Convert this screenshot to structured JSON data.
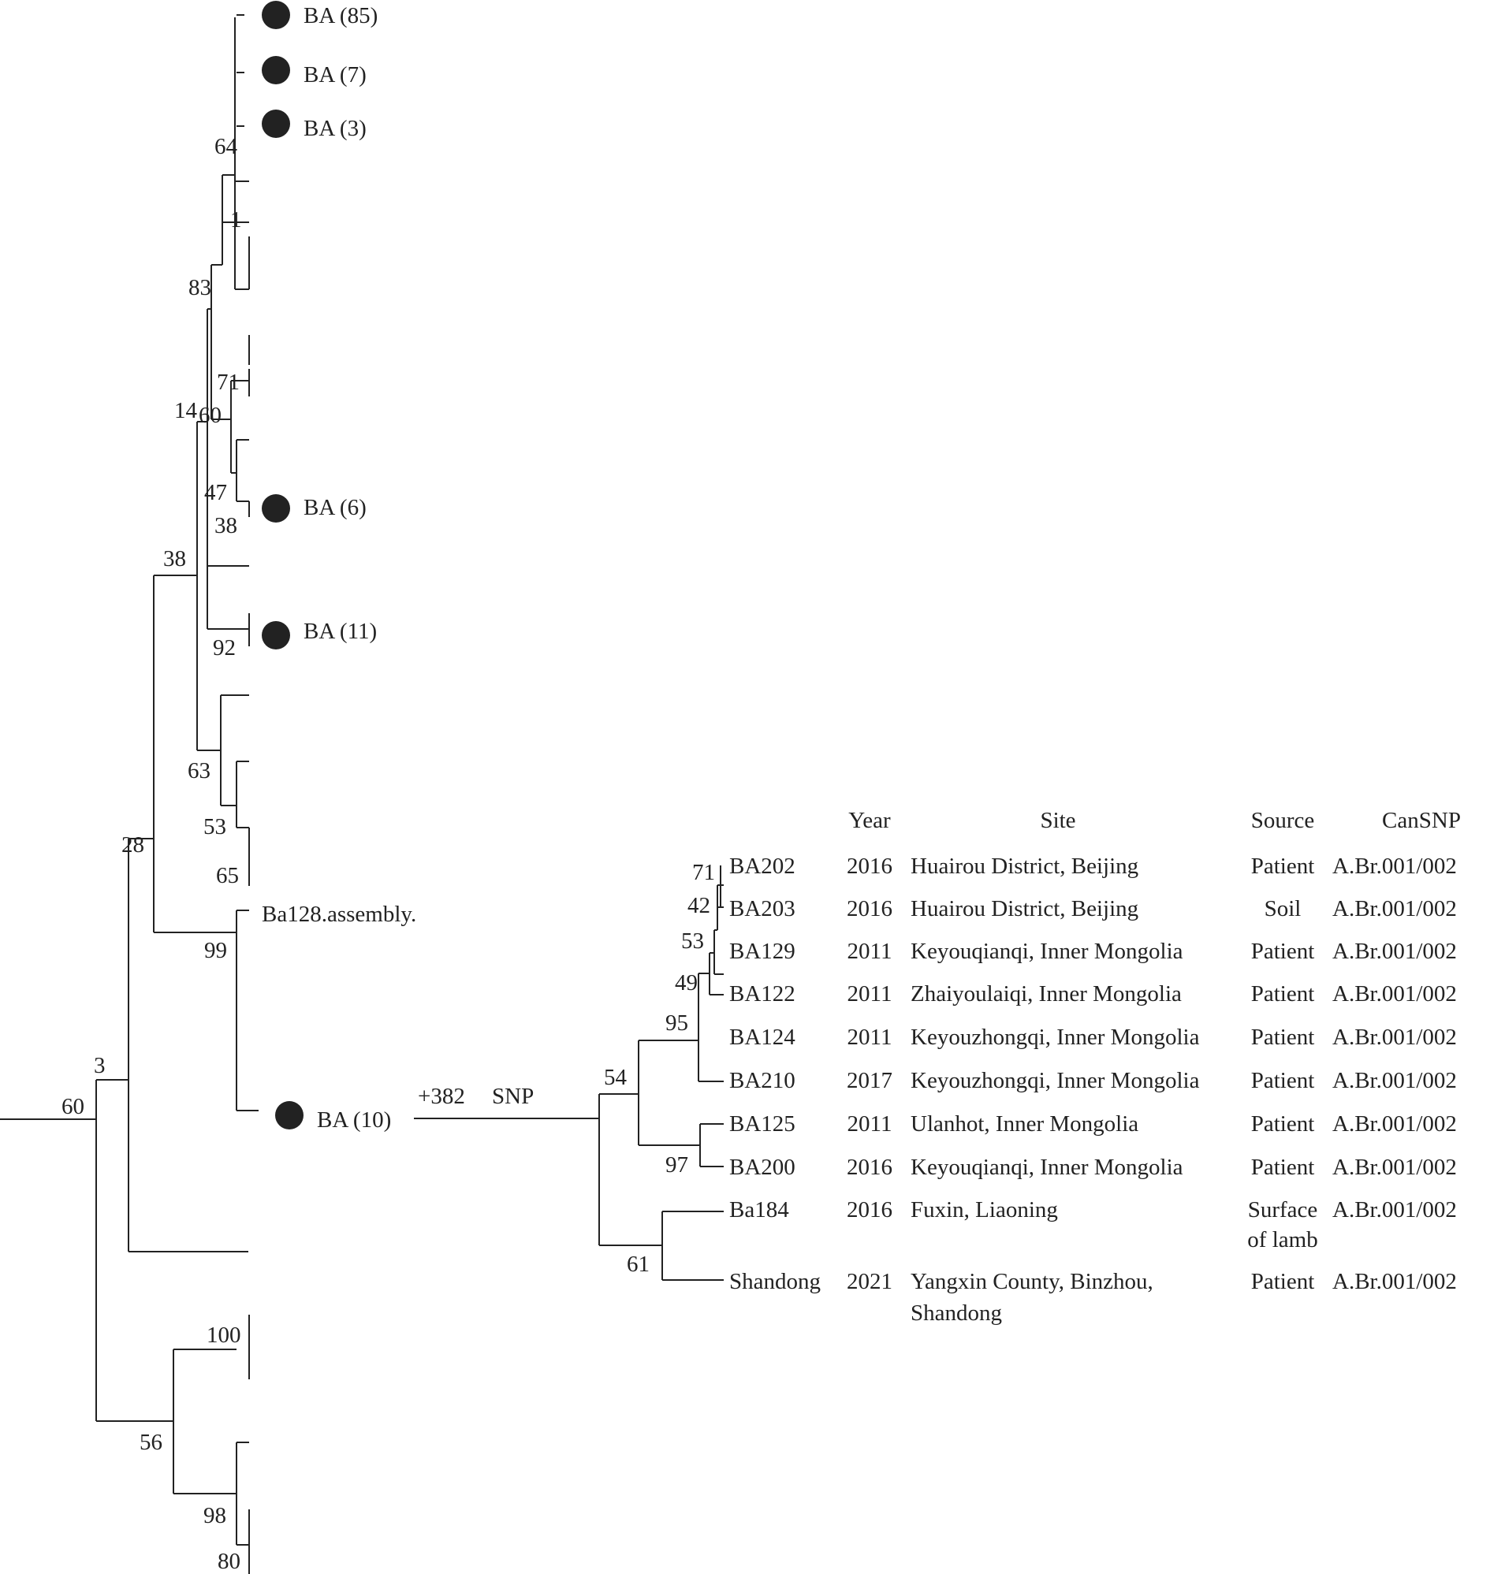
{
  "tree": {
    "cluster_labels": [
      "BA (85)",
      "BA (7)",
      "BA (3)",
      "BA (6)",
      "BA (11)",
      "BA (10)"
    ],
    "leaf_label": "Ba128.assembly.",
    "snp_annotation": {
      "count": "+382",
      "unit": "SNP"
    },
    "bootstrap_values": [
      "64",
      "1",
      "83",
      "71",
      "14",
      "60",
      "47",
      "38",
      "38",
      "92",
      "63",
      "53",
      "65",
      "28",
      "99",
      "3",
      "60",
      "100",
      "56",
      "98",
      "80",
      "71",
      "42",
      "53",
      "49",
      "95",
      "54",
      "97",
      "61"
    ]
  },
  "table": {
    "headers": {
      "year": "Year",
      "site": "Site",
      "source": "Source",
      "cansnp": "CanSNP"
    },
    "rows": [
      {
        "strain": "BA202",
        "year": "2016",
        "site": [
          "Huairou District, Beijing"
        ],
        "source": [
          "Patient"
        ],
        "cansnp": "A.Br.001/002"
      },
      {
        "strain": "BA203",
        "year": "2016",
        "site": [
          "Huairou District, Beijing"
        ],
        "source": [
          "Soil"
        ],
        "cansnp": "A.Br.001/002"
      },
      {
        "strain": "BA129",
        "year": "2011",
        "site": [
          "Keyouqianqi, Inner Mongolia"
        ],
        "source": [
          "Patient"
        ],
        "cansnp": "A.Br.001/002"
      },
      {
        "strain": "BA122",
        "year": "2011",
        "site": [
          "Zhaiyoulaiqi, Inner Mongolia"
        ],
        "source": [
          "Patient"
        ],
        "cansnp": "A.Br.001/002"
      },
      {
        "strain": "BA124",
        "year": "2011",
        "site": [
          "Keyouzhongqi, Inner Mongolia"
        ],
        "source": [
          "Patient"
        ],
        "cansnp": "A.Br.001/002"
      },
      {
        "strain": "BA210",
        "year": "2017",
        "site": [
          "Keyouzhongqi, Inner Mongolia"
        ],
        "source": [
          "Patient"
        ],
        "cansnp": "A.Br.001/002"
      },
      {
        "strain": "BA125",
        "year": "2011",
        "site": [
          "Ulanhot, Inner Mongolia"
        ],
        "source": [
          "Patient"
        ],
        "cansnp": "A.Br.001/002"
      },
      {
        "strain": "BA200",
        "year": "2016",
        "site": [
          "Keyouqianqi, Inner Mongolia"
        ],
        "source": [
          "Patient"
        ],
        "cansnp": "A.Br.001/002"
      },
      {
        "strain": "Ba184",
        "year": "2016",
        "site": [
          "Fuxin, Liaoning"
        ],
        "source": [
          "Surface",
          "of lamb"
        ],
        "cansnp": "A.Br.001/002"
      },
      {
        "strain": "Shandong",
        "year": "2021",
        "site": [
          "Yangxin County, Binzhou,",
          "Shandong"
        ],
        "source": [
          "Patient"
        ],
        "cansnp": "A.Br.001/002"
      }
    ]
  }
}
